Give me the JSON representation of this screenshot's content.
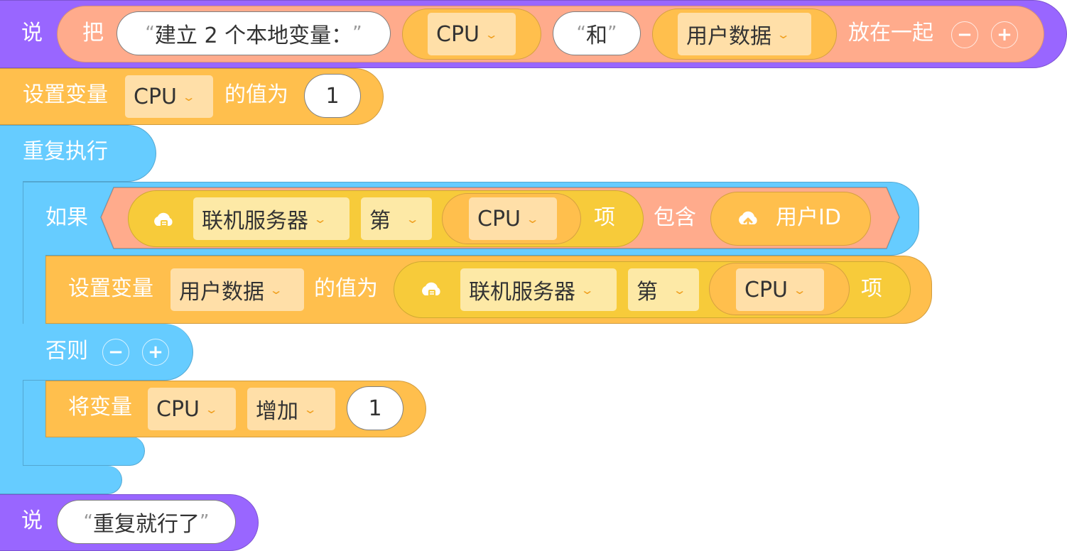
{
  "colors": {
    "purple": "#9966ff",
    "salmon": "#ffab8c",
    "orange": "#ffbf4d",
    "yellow": "#f7cb3a",
    "blue": "#66ccff",
    "dropdown_orange": "#ffdfa8",
    "dropdown_yellow": "#fde9a6",
    "chevron": "#f0a020"
  },
  "say1": {
    "label": "说",
    "join_label": "把",
    "text1": "建立 2 个本地变量：",
    "var1": "CPU",
    "text2": "和",
    "var2": "用户数据",
    "suffix": "放在一起",
    "minus": "−",
    "plus": "+"
  },
  "set_cpu": {
    "label": "设置变量",
    "var": "CPU",
    "mid": "的值为",
    "value": "1"
  },
  "repeat": {
    "label": "重复执行"
  },
  "if_block": {
    "label": "如果",
    "server_name": "联机服务器",
    "nth": "第",
    "index_var": "CPU",
    "item": "项",
    "contains": "包含",
    "userid": "用户ID",
    "server_icon": "cloud-database-icon",
    "userid_icon": "cloud-upload-icon"
  },
  "set_userdata": {
    "label": "设置变量",
    "var": "用户数据",
    "mid": "的值为",
    "server_name": "联机服务器",
    "nth": "第",
    "index_var": "CPU",
    "item": "项"
  },
  "else_block": {
    "label": "否则",
    "minus": "−",
    "plus": "+"
  },
  "change_cpu": {
    "label": "将变量",
    "var": "CPU",
    "op": "增加",
    "value": "1"
  },
  "say2": {
    "label": "说",
    "text": "重复就行了"
  }
}
